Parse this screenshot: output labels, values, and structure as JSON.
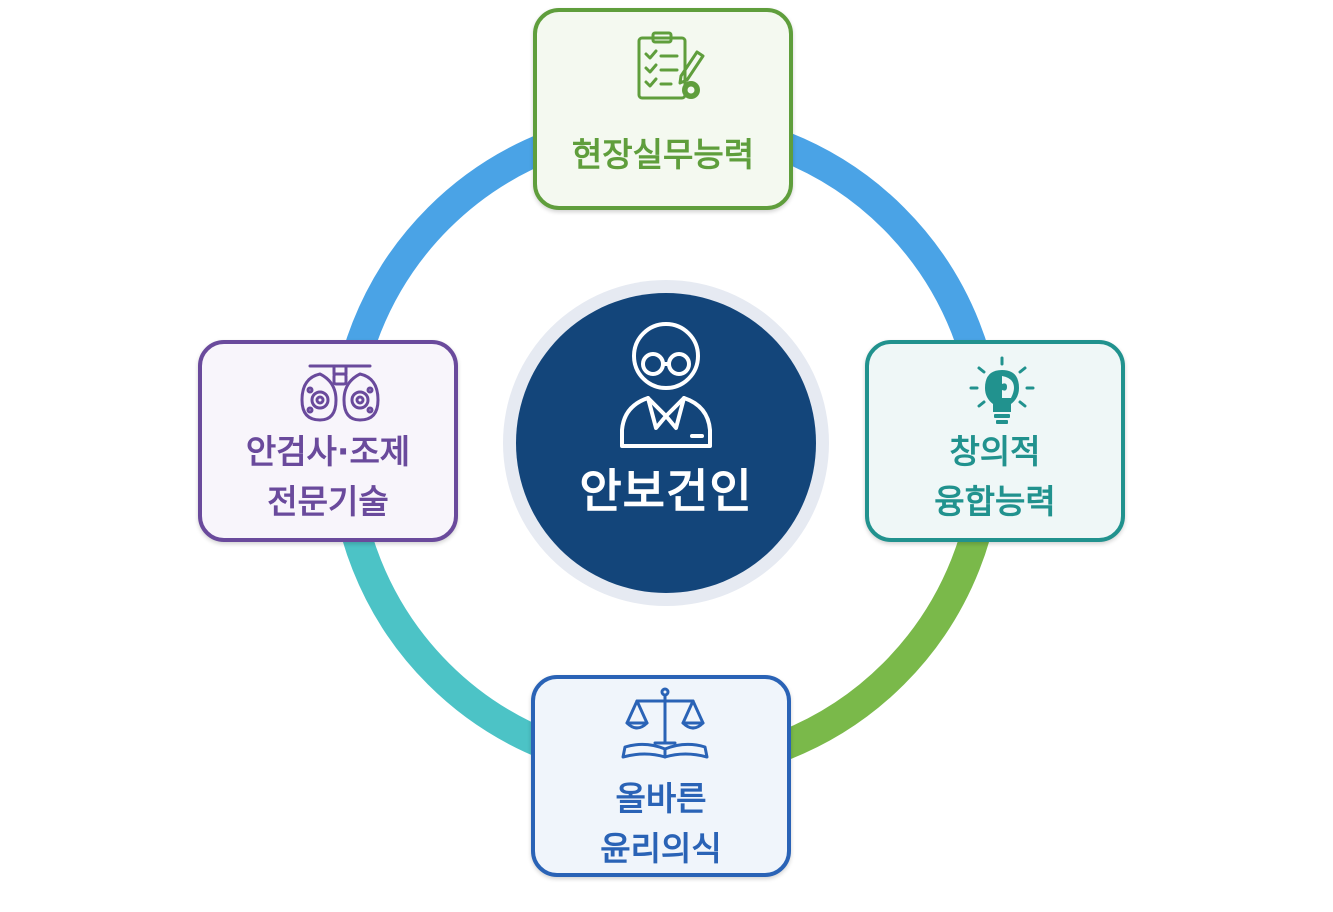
{
  "center": {
    "title": "안보건인",
    "icon": "doctor-with-glasses-icon"
  },
  "competencies": {
    "top": {
      "line1": "현장실무능력",
      "line2": "",
      "icon": "clipboard-checklist-gear-icon",
      "color": "#5f9e3c"
    },
    "left": {
      "line1": "안검사·조제",
      "line2": "전문기술",
      "icon": "phoropter-icon",
      "color": "#6a4a9c"
    },
    "right": {
      "line1": "창의적",
      "line2": "융합능력",
      "icon": "lightbulb-puzzle-icon",
      "color": "#21928e"
    },
    "bottom": {
      "line1": "올바른",
      "line2": "윤리의식",
      "icon": "scales-book-icon",
      "color": "#2a63b6"
    }
  },
  "ring_colors": {
    "upper": "#4aa3e6",
    "lower_right": "#7ab94a",
    "lower_left": "#4cc3c6"
  }
}
